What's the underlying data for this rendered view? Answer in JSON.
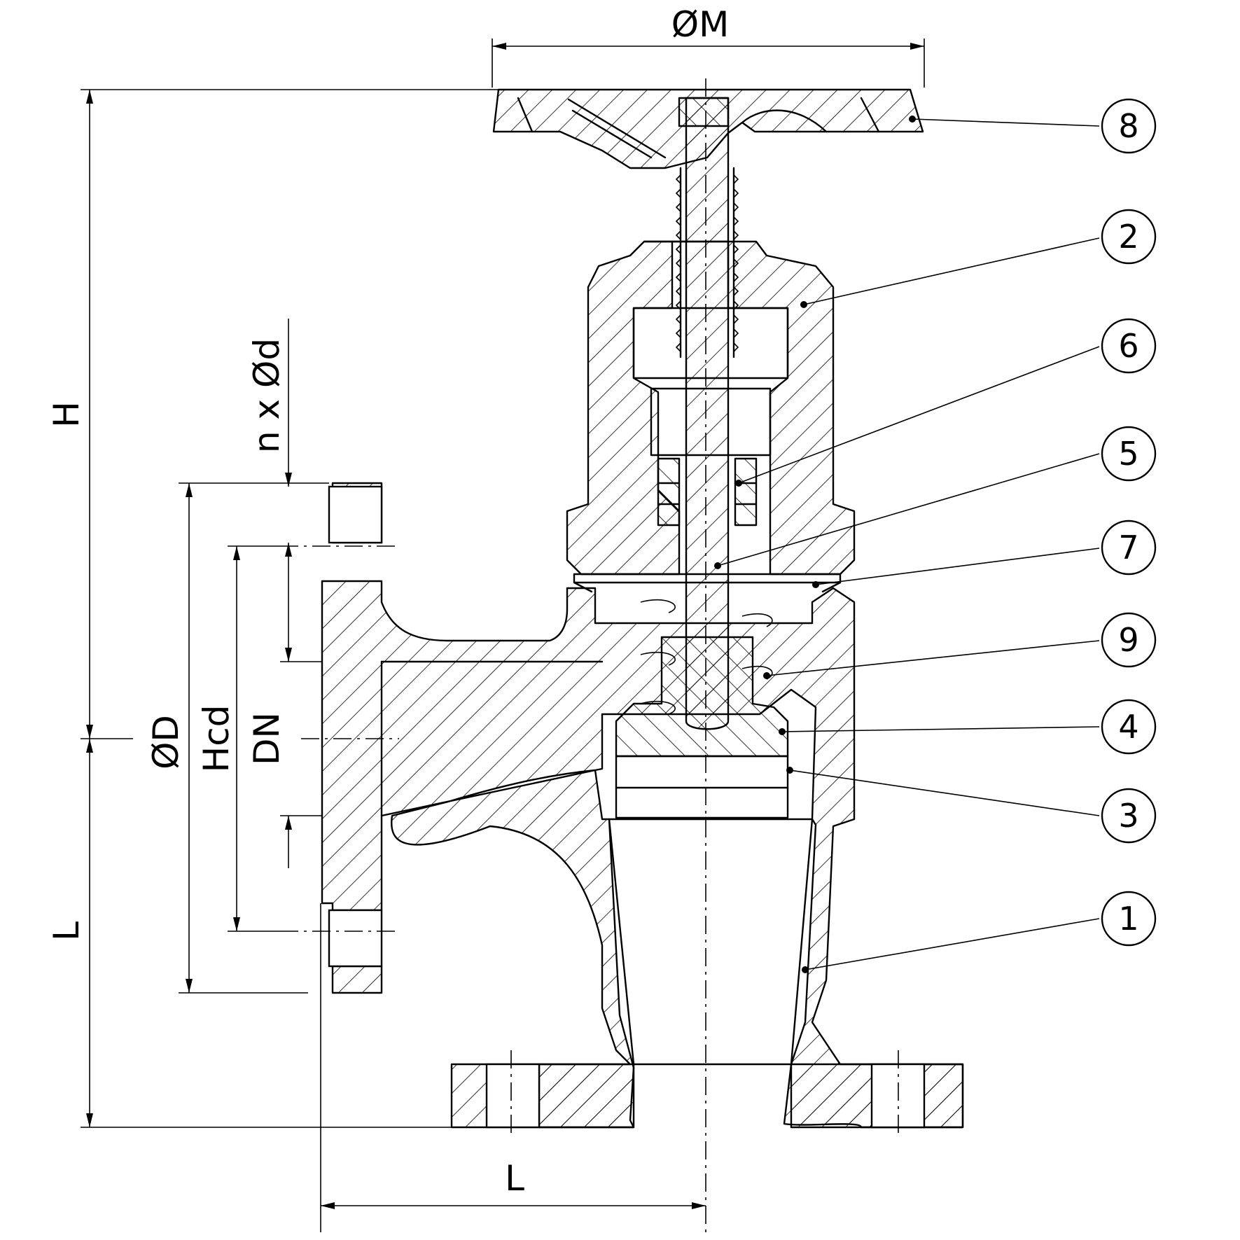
{
  "dimensions": {
    "diameter_M": "ØM",
    "height_H": "H",
    "length_L_vertical": "L",
    "length_L_horizontal": "L",
    "diameter_D": "ØD",
    "Hcd": "Hcd",
    "DN": "DN",
    "bolt_holes": "n x Ød"
  },
  "part_labels": [
    "8",
    "2",
    "6",
    "5",
    "7",
    "9",
    "4",
    "3",
    "1"
  ]
}
